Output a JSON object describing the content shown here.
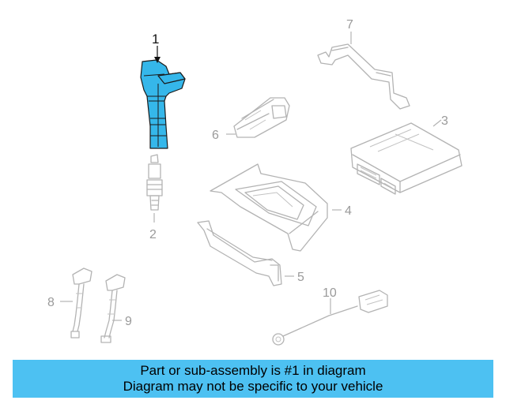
{
  "callouts": {
    "c1": "1",
    "c2": "2",
    "c3": "3",
    "c4": "4",
    "c5": "5",
    "c6": "6",
    "c7": "7",
    "c8": "8",
    "c9": "9",
    "c10": "10"
  },
  "banner": {
    "line1": "Part or sub-assembly is #1 in diagram",
    "line2": "Diagram may not be specific to your vehicle"
  },
  "colors": {
    "highlight": "#35b7ea",
    "banner": "#4dc1f2",
    "linework": "#b3b3b3"
  }
}
